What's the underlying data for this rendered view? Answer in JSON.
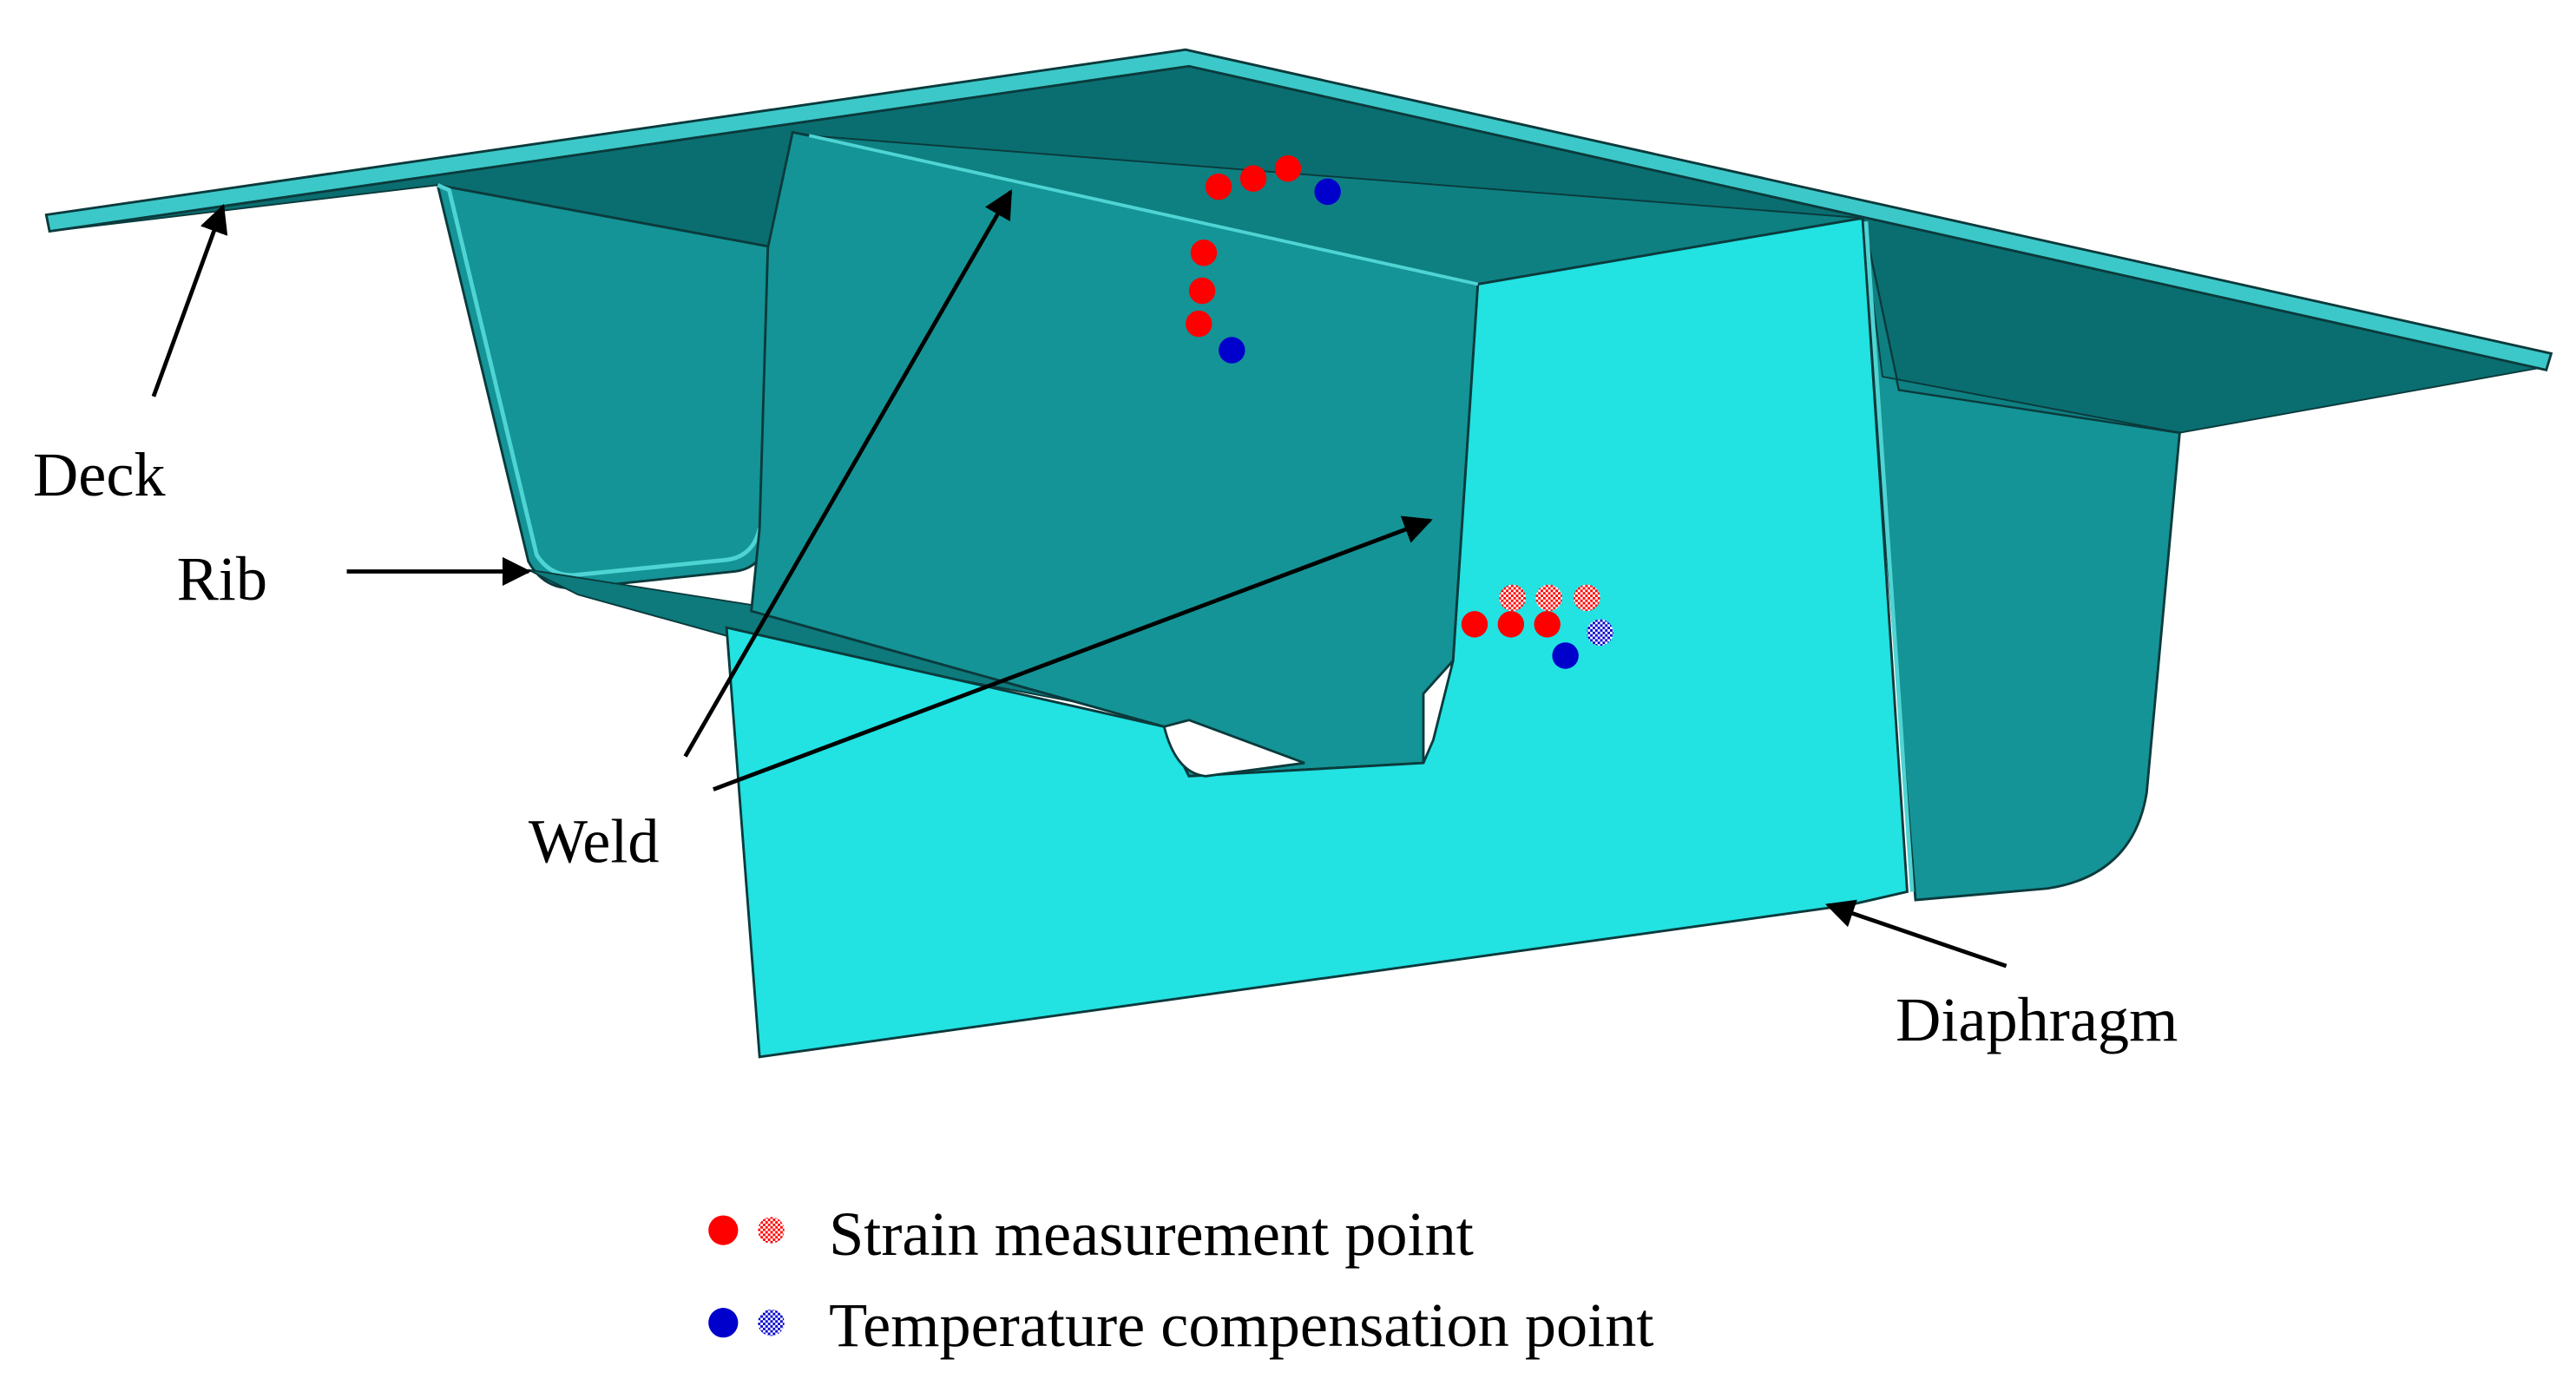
{
  "labels": {
    "deck": "Deck",
    "rib": "Rib",
    "weld": "Weld",
    "diaphragm": "Diaphragm"
  },
  "legend": {
    "strain": "Strain measurement point",
    "temperature": "Temperature compensation point"
  },
  "colors": {
    "deck_top": "#3cc8c8",
    "deck_under": "#0a6e70",
    "rib_web": "#149496",
    "rib_inner": "#0e8082",
    "diaphragm": "#22e2e2",
    "edge": "#0b3a3c",
    "strain_point": "#ff0000",
    "temperature_point": "#0000cc"
  }
}
